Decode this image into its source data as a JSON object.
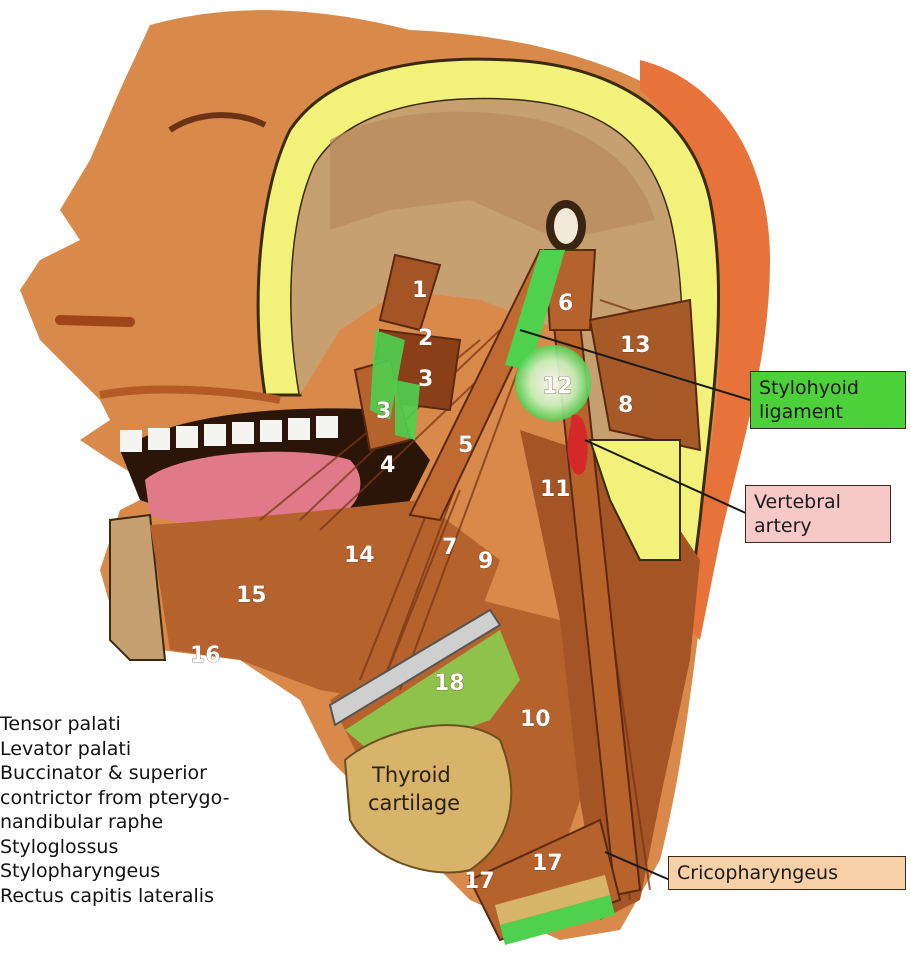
{
  "figure": {
    "labels": {
      "stylohyoid": [
        "Stylohyoid",
        "ligament"
      ],
      "vertebral": [
        "Vertebral",
        "artery"
      ],
      "cricopharyngeus": "Cricopharyngeus",
      "thyroid": [
        "Thyroid",
        "cartilage"
      ]
    },
    "numbers": [
      "1",
      "2",
      "3",
      "3",
      "4",
      "5",
      "6",
      "7",
      "8",
      "9",
      "10",
      "11",
      "12",
      "13",
      "14",
      "15",
      "16",
      "17",
      "17",
      "18"
    ],
    "legend": [
      "Tensor palati",
      "Levator palati",
      "Buccinator & superior",
      "contrictor from pterygo-",
      "nandibular raphe",
      "Styloglossus",
      "Stylopharyngeus",
      "Rectus capitis lateralis"
    ],
    "colors": {
      "muscle": "#b5622d",
      "muscle_dark": "#7a3514",
      "skin": "#d9894a",
      "bone": "#c6a070",
      "yellow": "#f2f27a",
      "green": "#4fd14f",
      "stylohyoid_box": "#4cd13a",
      "vertebral_box": "#f6c9c8",
      "crico_box": "#f7d0a8",
      "tongue": "#e07a8a"
    }
  }
}
